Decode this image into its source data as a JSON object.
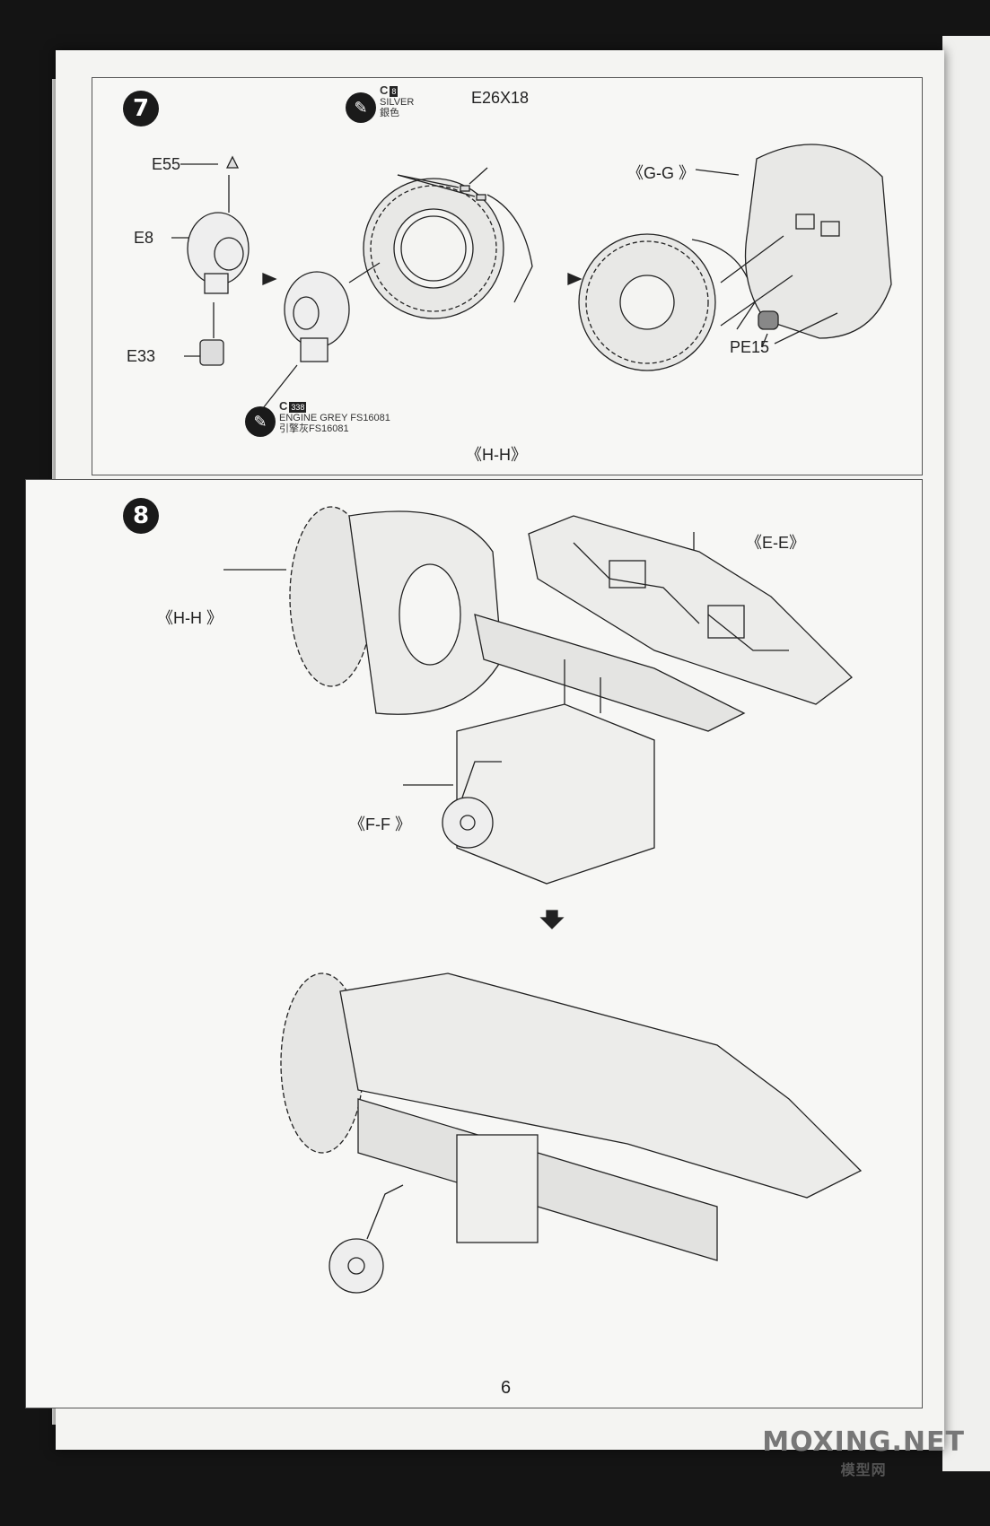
{
  "page": {
    "number": "6"
  },
  "step7": {
    "number": "7",
    "labels": {
      "e55": "E55",
      "e8": "E8",
      "e33": "E33",
      "e26x18": "E26X18",
      "gg": "《G-G 》",
      "pe15": "PE15",
      "hh": "《H-H》"
    },
    "paint_silver": {
      "code": "C",
      "code_box": "8",
      "name": "SILVER",
      "name_cn": "銀色"
    },
    "paint_engine": {
      "code": "C",
      "code_box": "338",
      "name": "ENGINE GREY FS16081",
      "name_cn": "引擎灰FS16081"
    }
  },
  "step8": {
    "number": "8",
    "labels": {
      "hh": "《H-H 》",
      "ee": "《E-E》",
      "ff": "《F-F 》"
    }
  },
  "watermark": {
    "line1": "MOXING.NET",
    "line2": "模型网"
  }
}
